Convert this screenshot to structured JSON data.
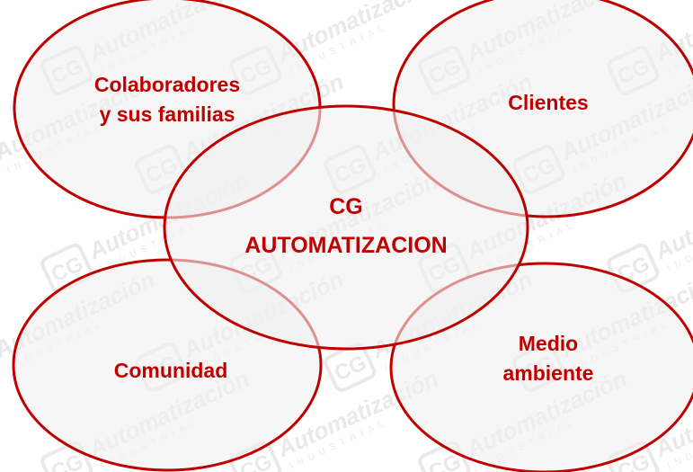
{
  "diagram": {
    "center": {
      "lines": [
        "CG",
        "AUTOMATIZACION"
      ]
    },
    "nodes": {
      "colaboradores": {
        "lines": [
          "Colaboradores",
          "y sus familias"
        ]
      },
      "clientes": {
        "lines": [
          "Clientes"
        ]
      },
      "comunidad": {
        "lines": [
          "Comunidad"
        ]
      },
      "medio_ambiente": {
        "lines": [
          "Medio",
          "ambiente"
        ]
      }
    }
  },
  "watermark": {
    "logo": "CG",
    "brand": "Automatización",
    "tagline": "INDUSTRIAL"
  },
  "colors": {
    "ellipse_stroke": "#c00000",
    "ellipse_fill": "#f0f0f0",
    "label_text": "#c00000",
    "watermark": "#d8d8d8"
  }
}
